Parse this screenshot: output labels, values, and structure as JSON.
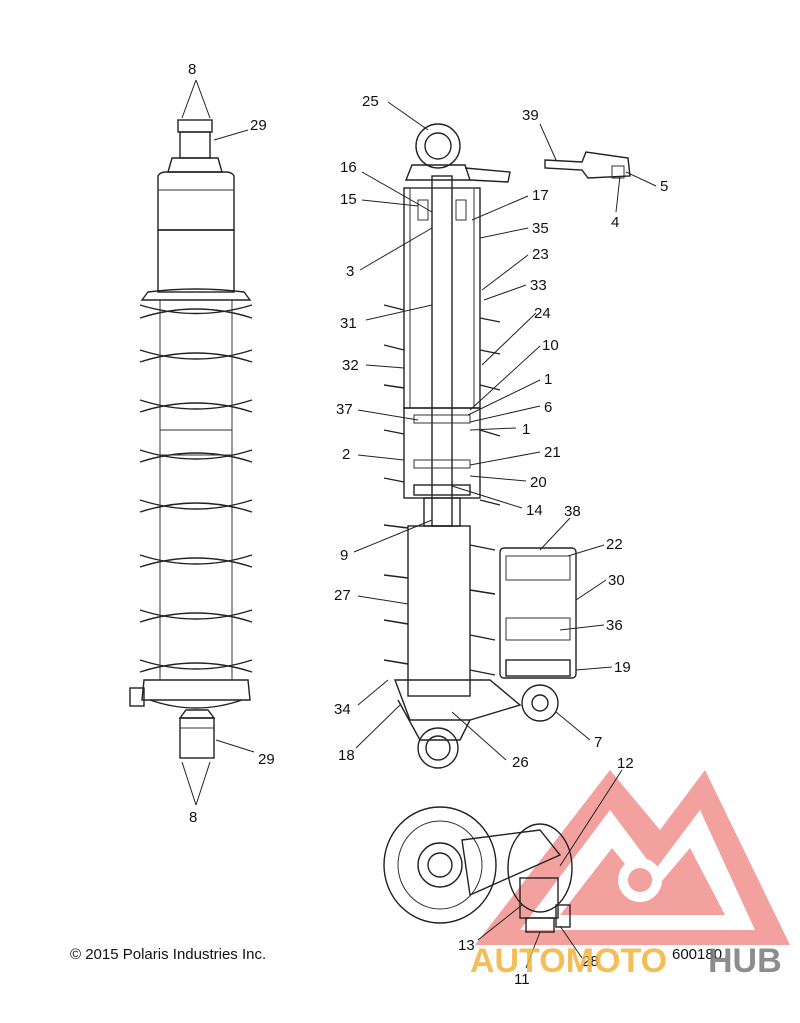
{
  "diagram": {
    "copyright": "© 2015 Polaris Industries Inc.",
    "figure_number": "600180",
    "watermark": {
      "part1": "AUTOMOTO",
      "part2": "HUB",
      "colors": {
        "red": "#e8423f",
        "orange": "#f4b23c",
        "gray": "#7a7a7a"
      }
    },
    "callouts": {
      "c8_top": "8",
      "c29_top": "29",
      "c29_bot": "29",
      "c8_bot": "8",
      "c25": "25",
      "c16": "16",
      "c15": "15",
      "c3": "3",
      "c31": "31",
      "c32": "32",
      "c37": "37",
      "c2": "2",
      "c9": "9",
      "c27": "27",
      "c34": "34",
      "c18": "18",
      "c26": "26",
      "c39": "39",
      "c5": "5",
      "c4": "4",
      "c17": "17",
      "c35": "35",
      "c23": "23",
      "c33": "33",
      "c24": "24",
      "c10": "10",
      "c1a": "1",
      "c6": "6",
      "c1b": "1",
      "c21": "21",
      "c20": "20",
      "c14": "14",
      "c38": "38",
      "c22": "22",
      "c30": "30",
      "c36": "36",
      "c19": "19",
      "c7": "7",
      "c12": "12",
      "c13": "13",
      "c28": "28",
      "c11": "11"
    }
  }
}
